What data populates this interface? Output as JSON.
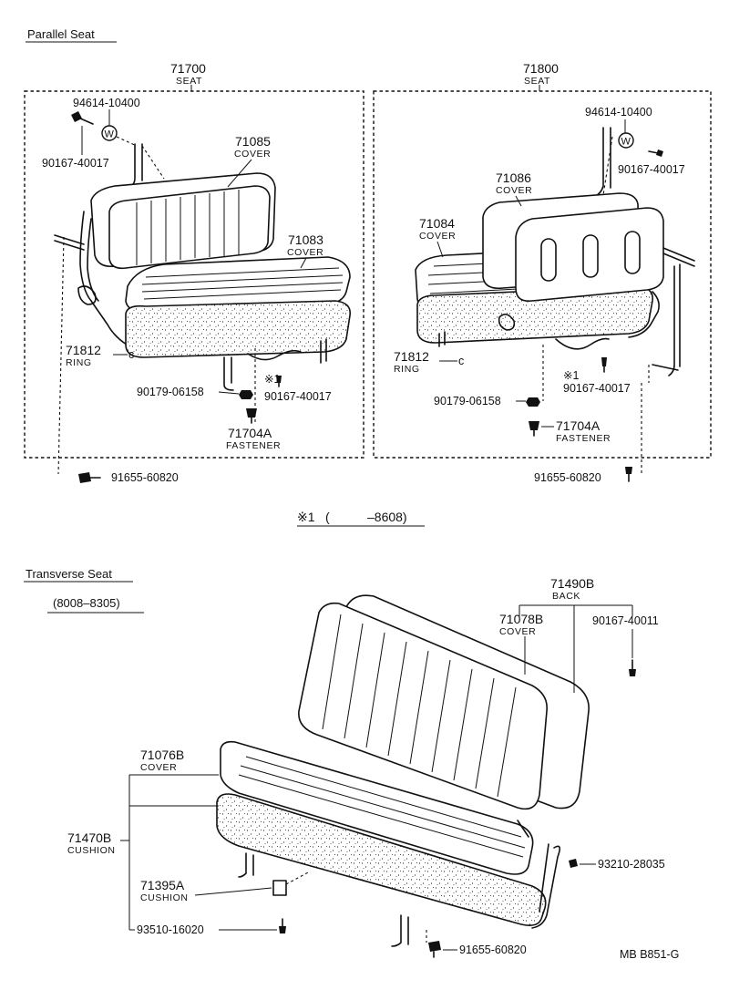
{
  "sections": {
    "parallel": {
      "title": "Parallel Seat"
    },
    "transverse": {
      "title": "Transverse Seat",
      "range": "(8008–8305)"
    }
  },
  "note": {
    "mark": "※1",
    "open": "(",
    "range": "–8608)"
  },
  "left_seat": {
    "seat_no": "71700",
    "seat_label": "SEAT",
    "bolt_top": "94614-10400",
    "washer": "W",
    "screw_top": "90167-40017",
    "cover_back_no": "71085",
    "cover_back_label": "COVER",
    "cover_cushion_no": "71083",
    "cover_cushion_label": "COVER",
    "ring_no": "71812",
    "ring_label": "RING",
    "nut": "90179-06158",
    "mark": "※1",
    "screw_bottom": "90167-40017",
    "fastener_no": "71704A",
    "fastener_label": "FASTENER",
    "bolt_bottom": "91655-60820"
  },
  "right_seat": {
    "seat_no": "71800",
    "seat_label": "SEAT",
    "bolt_top": "94614-10400",
    "washer": "W",
    "screw_top": "90167-40017",
    "cover_back_no": "71086",
    "cover_back_label": "COVER",
    "cover_cushion_no": "71084",
    "cover_cushion_label": "COVER",
    "ring_no": "71812",
    "ring_label": "RING",
    "nut": "90179-06158",
    "mark": "※1",
    "screw_bottom": "90167-40017",
    "fastener_no": "71704A",
    "fastener_label": "FASTENER",
    "bolt_bottom": "91655-60820"
  },
  "transverse_seat": {
    "back_no": "71490B",
    "back_label": "BACK",
    "back_cover_no": "71078B",
    "back_cover_label": "COVER",
    "screw_back": "90167-40011",
    "cushion_cover_no": "71076B",
    "cushion_cover_label": "COVER",
    "cushion_no": "71470B",
    "cushion_label": "CUSHION",
    "sub_cushion_no": "71395A",
    "sub_cushion_label": "CUSHION",
    "screw_cushion": "93510-16020",
    "screw_side": "93210-28035",
    "bolt_bottom": "91655-60820"
  },
  "footer": {
    "code": "MB  B851-G"
  }
}
